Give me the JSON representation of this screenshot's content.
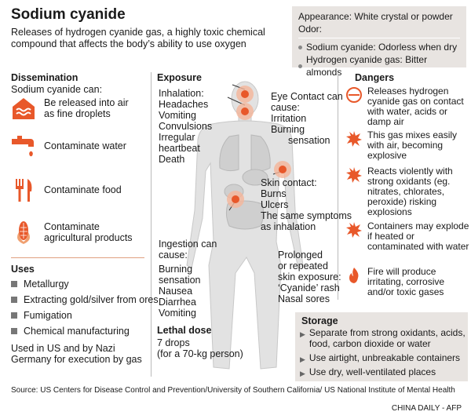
{
  "title": "Sodium cyanide",
  "subtitle": "Releases of hydrogen cyanide gas, a highly toxic chemical compound that affects the body’s ability to use oxygen",
  "appearance": {
    "line1": "Appearance: White crystal or powder",
    "odor_label": "Odor:",
    "items": [
      "Sodium cyanide:  Odorless when dry",
      "Hydrogen cyanide gas: Bitter almonds"
    ]
  },
  "dissemination": {
    "heading": "Dissemination",
    "intro": "Sodium cyanide can:",
    "items": [
      {
        "icon": "house-wave-icon",
        "label": "Be released into air as fine droplets"
      },
      {
        "icon": "tap-icon",
        "label": "Contaminate water"
      },
      {
        "icon": "fork-knife-icon",
        "label": "Contaminate food"
      },
      {
        "icon": "corn-icon",
        "label": "Contaminate agricultural products"
      }
    ]
  },
  "uses": {
    "heading": "Uses",
    "items": [
      "Metallurgy",
      "Extracting gold/silver from ores",
      "Fumigation",
      "Chemical manufacturing"
    ],
    "note": "Used in US and by Nazi Germany for execution by gas"
  },
  "exposure": {
    "heading": "Exposure",
    "inhalation": [
      "Inhalation:",
      "Headaches",
      "Vomiting",
      "Convulsions",
      "Irregular",
      "heartbeat",
      "Death"
    ],
    "eye": [
      "Eye Contact can",
      "cause:",
      "Irritation",
      "Burning",
      "sensation"
    ],
    "skin": [
      "Skin contact:",
      "Burns",
      "Ulcers",
      "The same symptoms",
      "as inhalation"
    ],
    "ingestion": [
      "Ingestion can",
      "cause:",
      "Burning",
      "sensation",
      "Nausea",
      "Diarrhea",
      "Vomiting"
    ],
    "prolonged": [
      "Prolonged",
      "or repeated",
      "skin exposure:",
      "‘Cyanide’ rash",
      "Nasal sores"
    ]
  },
  "lethal": {
    "heading": "Lethal dose",
    "lines": [
      "7 drops",
      "(for a 70-kg person)"
    ]
  },
  "dangers": {
    "heading": "Dangers",
    "items": [
      {
        "icon": "no-water-icon",
        "label": "Releases hydrogen cyanide gas on contact with water, acids or damp air"
      },
      {
        "icon": "burst-icon",
        "label": "This gas mixes easily with air, becoming explosive"
      },
      {
        "icon": "burst-icon",
        "label": "Reacts violently with strong oxidants (eg. nitrates, chlorates, peroxide) risking explosions"
      },
      {
        "icon": "burst-icon",
        "label": "Containers may explode if heated or contaminated with water"
      },
      {
        "icon": "fire-icon",
        "label": "Fire will produce irritating, corrosive and/or toxic gases"
      }
    ]
  },
  "storage": {
    "heading": "Storage",
    "items": [
      "Separate from strong oxidants, acids, food, carbon dioxide or water",
      "Use airtight, unbreakable containers",
      "Use dry, well-ventilated places"
    ]
  },
  "source": "Source: US Centers for Disease Control and Prevention/University of Southern California/ US National Institute of Mental Health",
  "credit": "CHINA DAILY - AFP",
  "colors": {
    "accent": "#e8582a",
    "box": "#e8e4e1",
    "body": "#d9d9d9"
  }
}
